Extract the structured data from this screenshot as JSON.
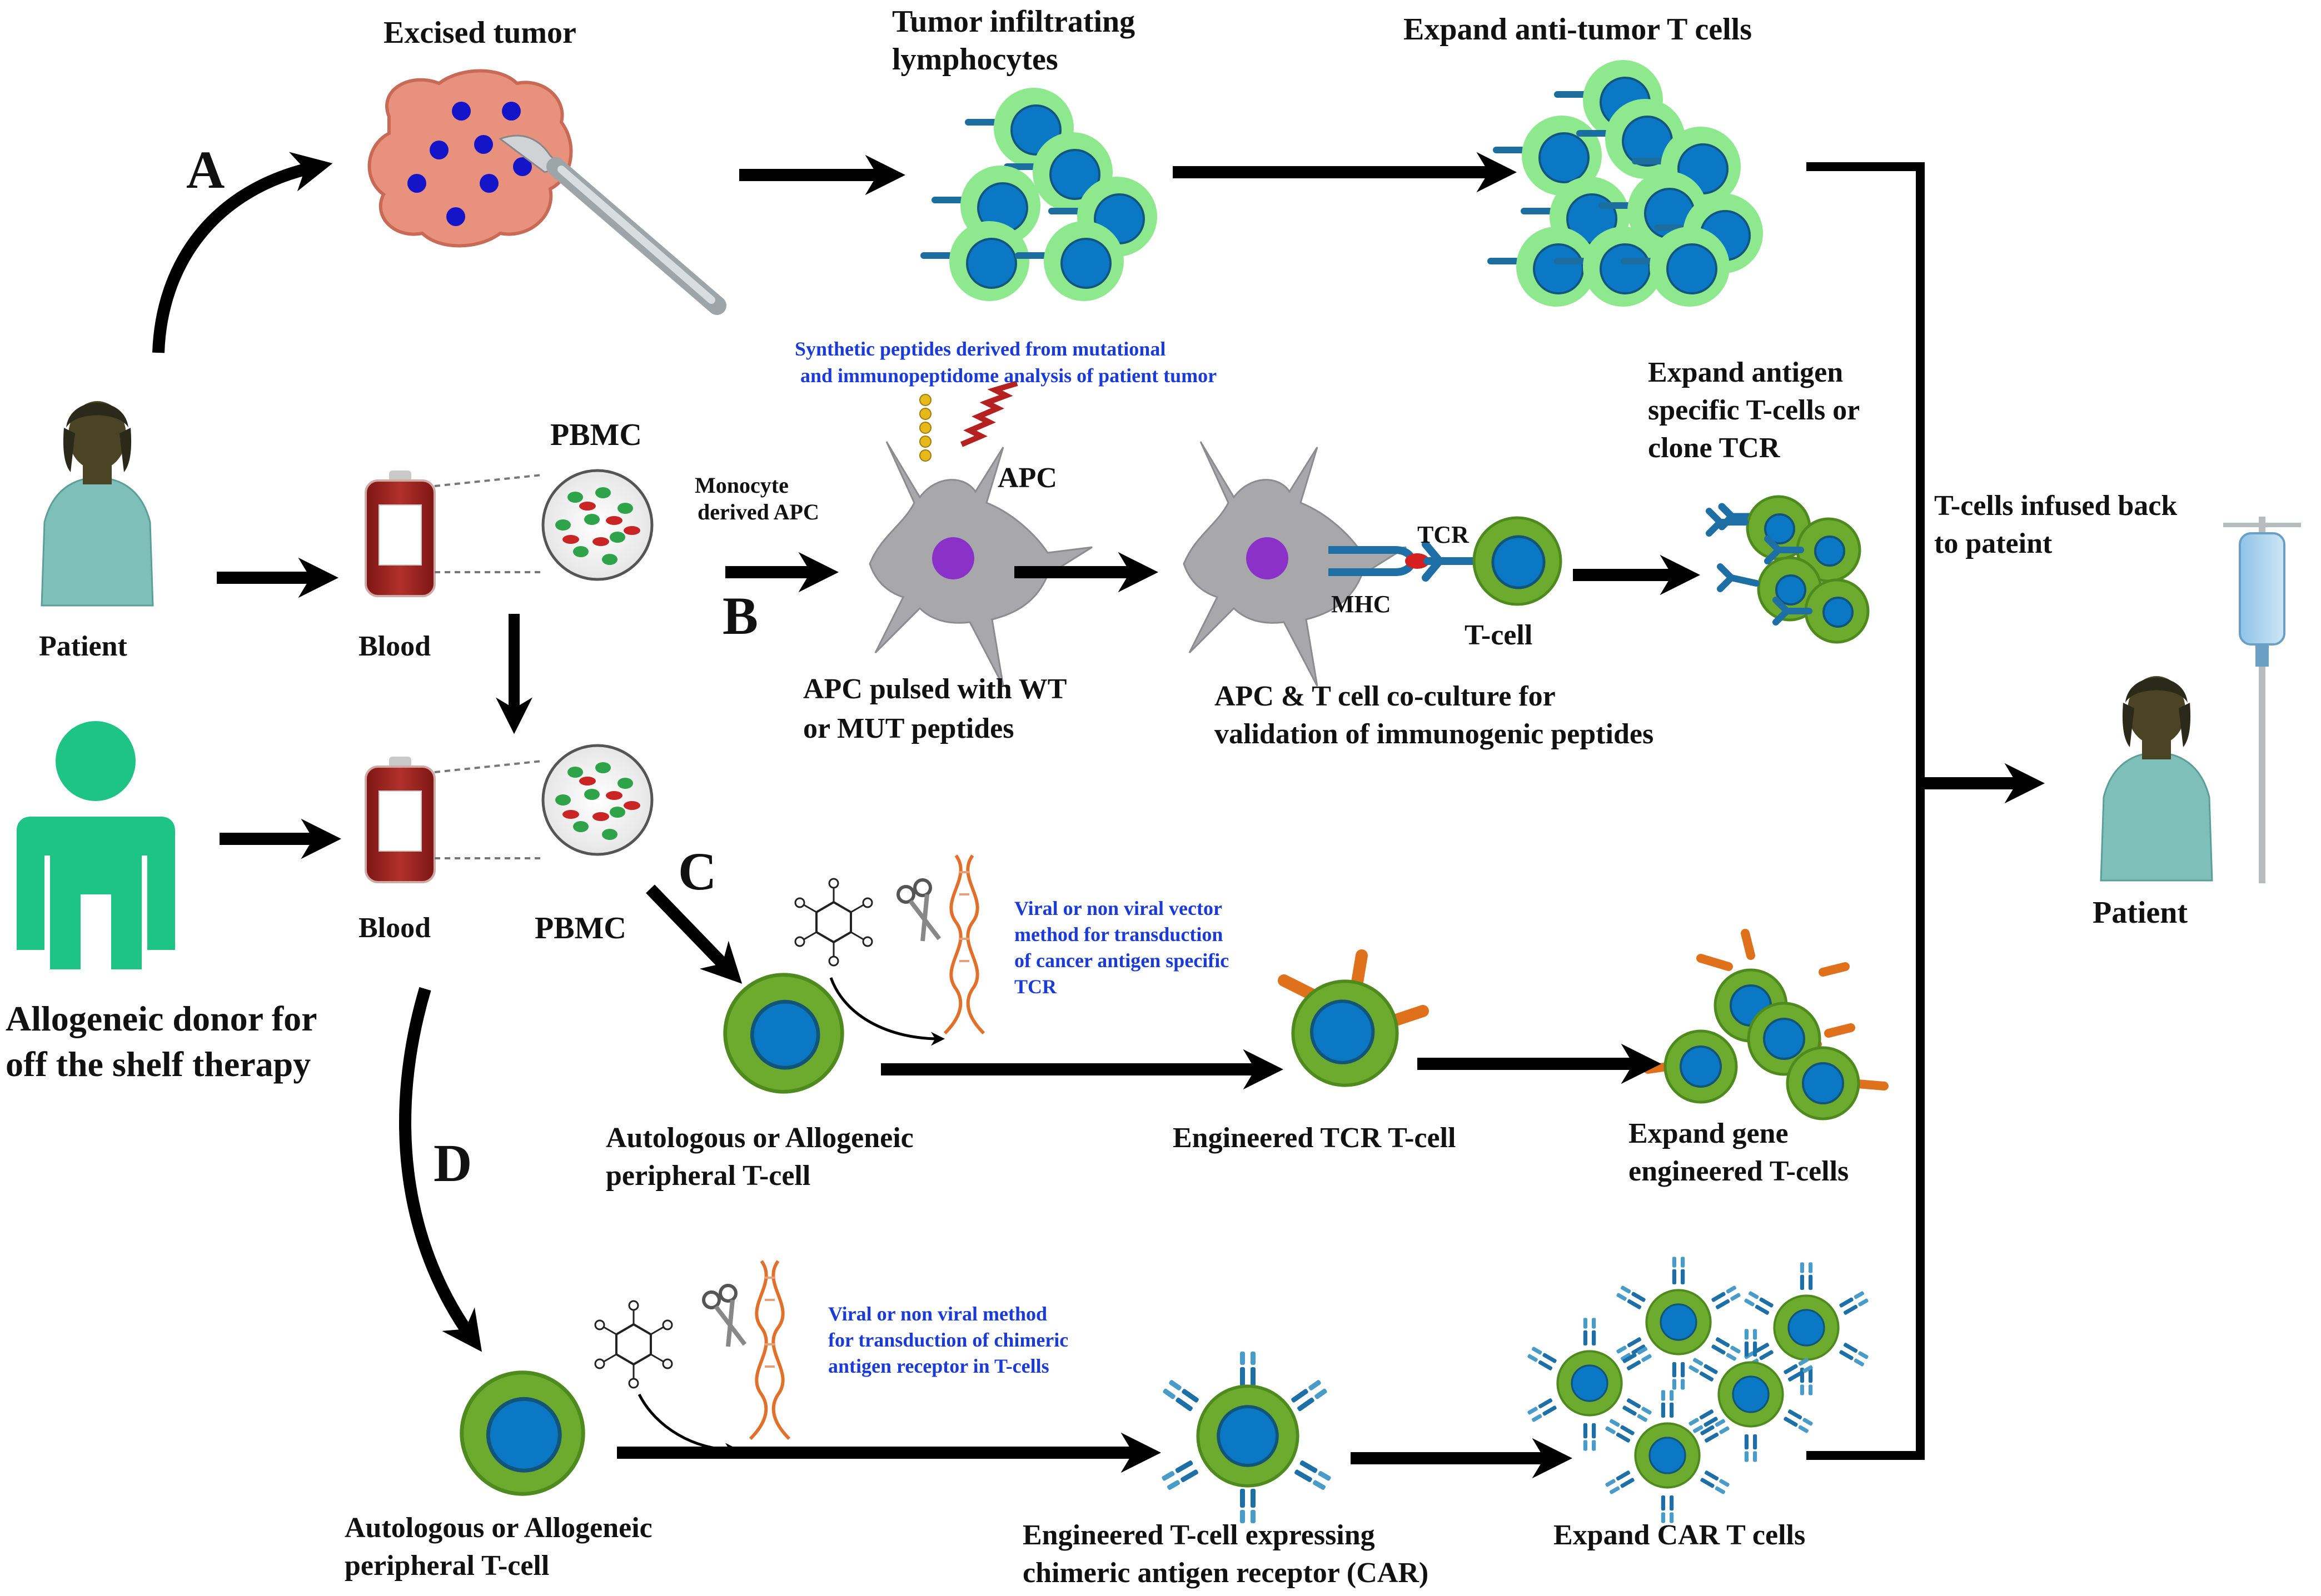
{
  "labels": {
    "excised_tumor": "Excised tumor",
    "til_1": "Tumor infiltrating",
    "til_2": "lymphocytes",
    "expand_anti_tumor": "Expand anti-tumor T cells",
    "pathway_a": "A",
    "pathway_b": "B",
    "pathway_c": "C",
    "pathway_d": "D",
    "patient": "Patient",
    "blood_top": "Blood",
    "pbmc_top": "PBMC",
    "monocyte_1": "Monocyte",
    "monocyte_2": "derived APC",
    "synthetic_1": "Synthetic peptides derived from mutational",
    "synthetic_2": "and immunopeptidome analysis of patient tumor",
    "apc": "APC",
    "apc_pulsed_1": "APC pulsed with WT",
    "apc_pulsed_2": "or MUT peptides",
    "tcr": "TCR",
    "mhc": "MHC",
    "tcell": "T-cell",
    "coculture_1": "APC & T cell co-culture for",
    "coculture_2": "validation of immunogenic peptides",
    "expand_antigen_1": "Expand antigen",
    "expand_antigen_2": "specific T-cells or",
    "expand_antigen_3": "clone TCR",
    "infused_1": "T-cells infused back",
    "infused_2": "to pateint",
    "patient_right": "Patient",
    "blood_bottom": "Blood",
    "pbmc_bottom": "PBMC",
    "donor_1": "Allogeneic donor for",
    "donor_2": "off the shelf therapy",
    "viral_tcr_1": "Viral or non viral vector",
    "viral_tcr_2": "method for transduction",
    "viral_tcr_3": "of cancer antigen specific",
    "viral_tcr_4": "TCR",
    "auto_c_1": "Autologous or Allogeneic",
    "auto_c_2": "peripheral T-cell",
    "engineered_tcr": "Engineered TCR T-cell",
    "expand_gene_1": "Expand gene",
    "expand_gene_2": "engineered T-cells",
    "viral_car_1": "Viral or non viral method",
    "viral_car_2": "for transduction of chimeric",
    "viral_car_3": "antigen receptor in T-cells",
    "auto_d_1": "Autologous or Allogeneic",
    "auto_d_2": "peripheral T-cell",
    "car_1": "Engineered T-cell expressing",
    "car_2": "chimeric antigen receptor (CAR)",
    "expand_car": "Expand CAR T cells"
  },
  "icons": [
    "patient-icon",
    "donor-silhouette-icon",
    "tumor-icon",
    "scalpel-icon",
    "blood-bag-icon",
    "pbmc-circle-icon",
    "apc-cell-icon",
    "tcell-icon",
    "peptide-icon",
    "hexagon-molecule-icon",
    "scissors-icon",
    "dna-icon",
    "iv-stand-icon",
    "arrow-icon"
  ],
  "colors": {
    "tcell_green": "#6cab2e",
    "tcell_light": "#8ee88e",
    "nucleus_blue": "#0a78c4",
    "tumor_pink": "#e8917c",
    "apc_grey": "#a8a8ab",
    "apc_nucleus": "#8a32c8",
    "blood_red": "#a3221f",
    "tcr_orange": "#e0711c",
    "annotation_blue": "#1a3bd6",
    "gown_teal": "#7ebfba",
    "skin_dark": "#4a4424",
    "donor_green": "#1ec485"
  }
}
